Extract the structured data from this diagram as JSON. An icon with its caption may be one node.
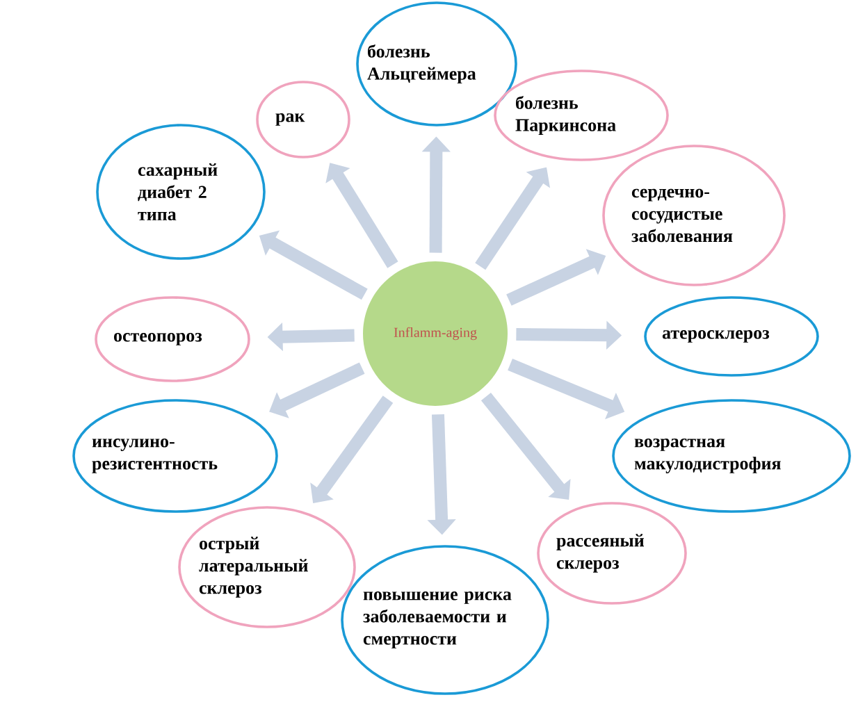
{
  "diagram": {
    "nodes": [
      {
        "text": [
          "болезнь Альцгеймера"
        ]
      },
      {
        "text": [
          "рак"
        ]
      },
      {
        "text": [
          "болезнь Паркинсона"
        ]
      },
      {
        "text": [
          "сахарный диабет 2 типа"
        ]
      },
      {
        "text": [
          "сердечно- сосудистые заболевания"
        ]
      },
      {
        "text": [
          "остеопороз"
        ]
      },
      {
        "text": [
          "Inflamm-aging"
        ]
      },
      {
        "text": [
          "атеросклероз"
        ]
      },
      {
        "text": [
          "инсулино- резистентность"
        ]
      },
      {
        "text": [
          "возрастная макулодистрофия"
        ]
      },
      {
        "text": [
          "рассеяный склероз"
        ]
      },
      {
        "text": [
          "острый латеральный склероз"
        ]
      },
      {
        "text": [
          "повышение риска заболеваемости и смертности"
        ]
      }
    ],
    "edges": [
      {
        "from": 6,
        "to": 0,
        "arrow": "to"
      },
      {
        "from": 6,
        "to": 1,
        "arrow": "to"
      },
      {
        "from": 6,
        "to": 2,
        "arrow": "to"
      },
      {
        "from": 6,
        "to": 3,
        "arrow": "to"
      },
      {
        "from": 6,
        "to": 4,
        "arrow": "to"
      },
      {
        "from": 6,
        "to": 5,
        "arrow": "to"
      },
      {
        "from": 6,
        "to": 7,
        "arrow": "to"
      },
      {
        "from": 6,
        "to": 8,
        "arrow": "to"
      },
      {
        "from": 6,
        "to": 9,
        "arrow": "to"
      },
      {
        "from": 6,
        "to": 10,
        "arrow": "to"
      },
      {
        "from": 6,
        "to": 11,
        "arrow": "to"
      },
      {
        "from": 6,
        "to": 12,
        "arrow": "to"
      }
    ]
  }
}
